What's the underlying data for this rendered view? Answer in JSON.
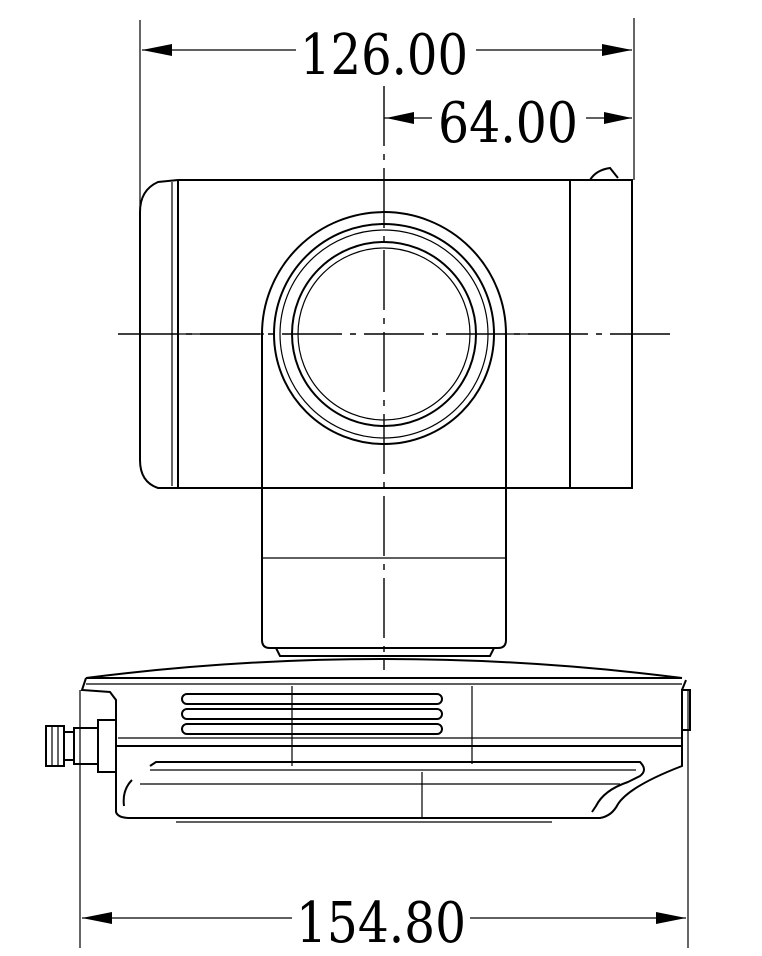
{
  "dimensions": {
    "top_width": "126.00",
    "lens_offset": "64.00",
    "base_width": "154.80"
  }
}
